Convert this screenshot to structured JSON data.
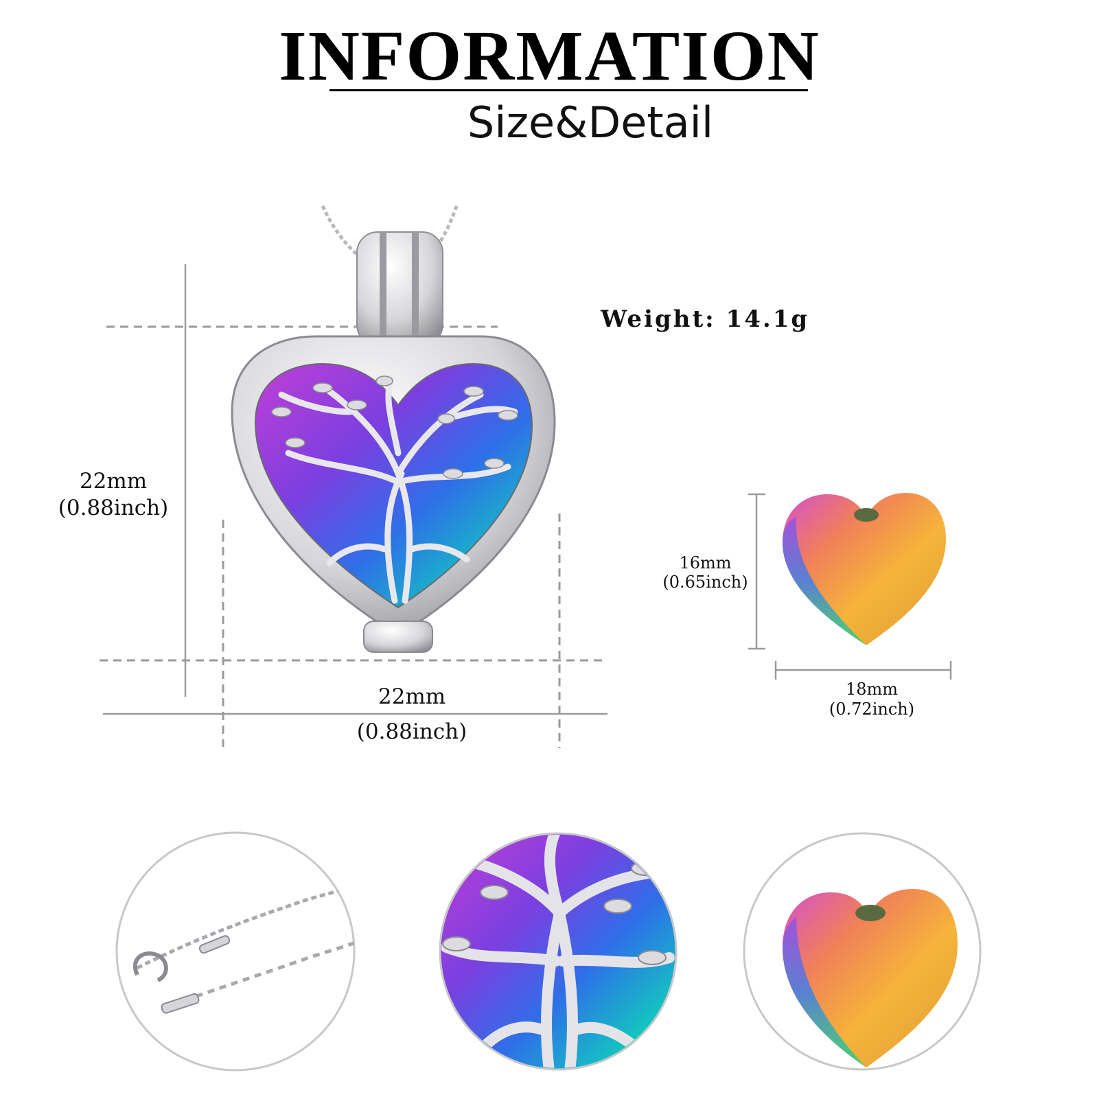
{
  "header": {
    "title": "INFORMATION",
    "subtitle": "Size&Detail"
  },
  "specs": {
    "weight": "Weight: 14.1g"
  },
  "pendant": {
    "height_mm": "22mm",
    "height_inch": "(0.88inch)",
    "width_mm": "22mm",
    "width_inch": "(0.88inch)"
  },
  "bead": {
    "height_mm": "16mm",
    "height_inch": "(0.65inch)",
    "width_mm": "18mm",
    "width_inch": "(0.72inch)"
  },
  "colors": {
    "silver": "#d9d9dc",
    "silver_dark": "#8e8e94",
    "guide_line": "#9a9a9a",
    "circle_border": "#c8c8c8"
  },
  "icons": [
    "tree-of-life-icon",
    "heart-icon",
    "chain-icon",
    "clasp-icon"
  ]
}
